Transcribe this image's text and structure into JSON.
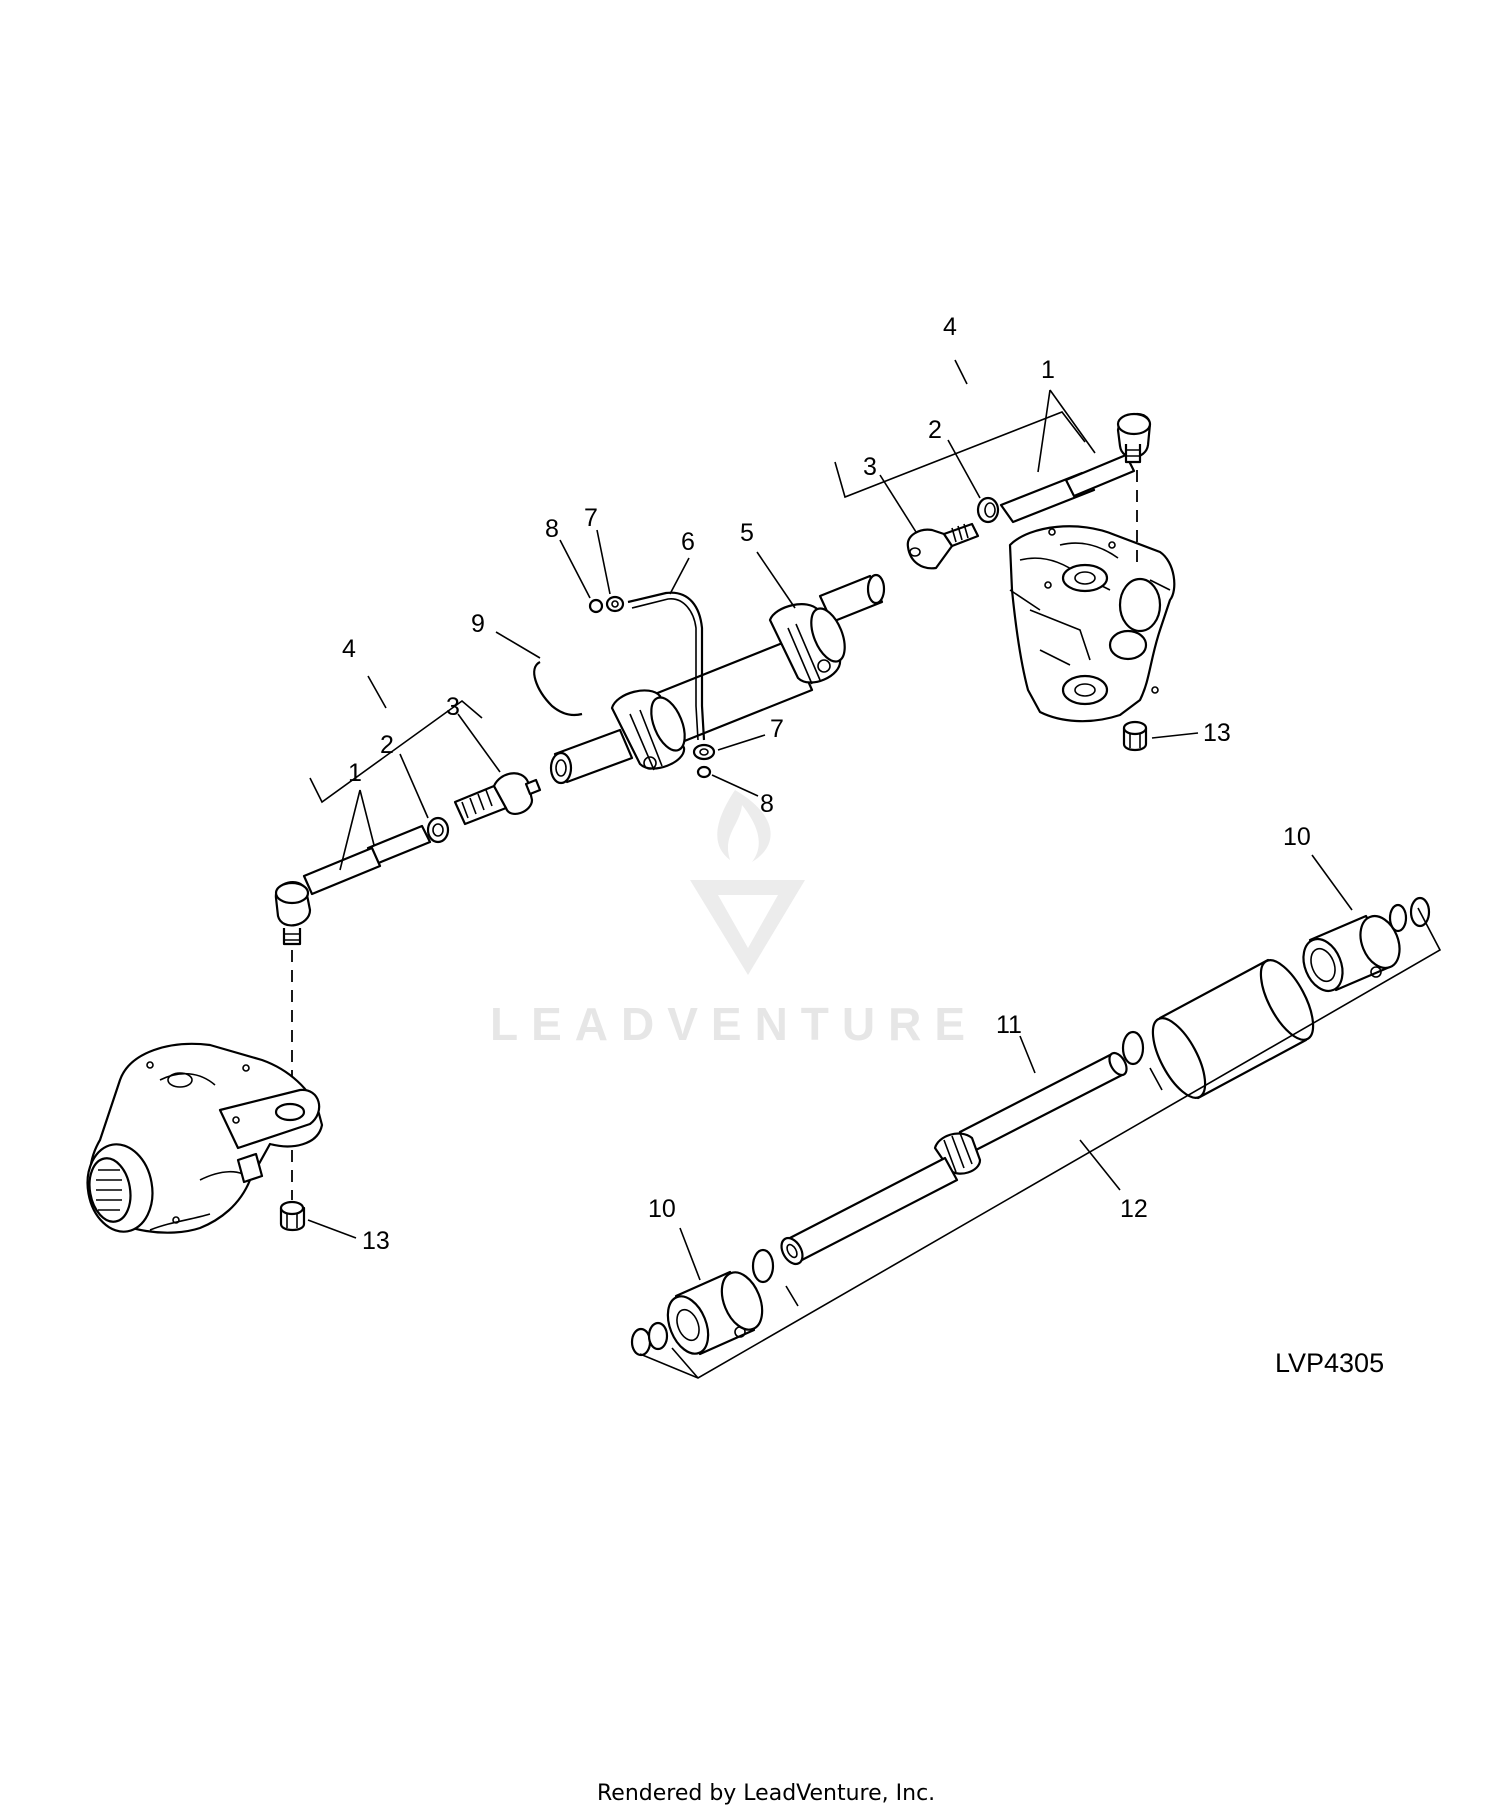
{
  "figure_id": "LVP4305",
  "footer": "Rendered by LeadVenture, Inc.",
  "watermark": "LEADVENTURE",
  "callouts": {
    "c1_top": "1",
    "c2_top": "2",
    "c3_top": "3",
    "c4_top": "4",
    "c5": "5",
    "c6": "6",
    "c7_top": "7",
    "c8_top": "8",
    "c9": "9",
    "c4_left": "4",
    "c1_left": "1",
    "c2_left": "2",
    "c3_left": "3",
    "c7_bot": "7",
    "c8_bot": "8",
    "c13_right": "13",
    "c13_left": "13",
    "c10_top": "10",
    "c11": "11",
    "c12": "12",
    "c10_bot": "10"
  },
  "colors": {
    "line": "#000000",
    "background": "#ffffff",
    "watermark": "#e6e6e6"
  }
}
